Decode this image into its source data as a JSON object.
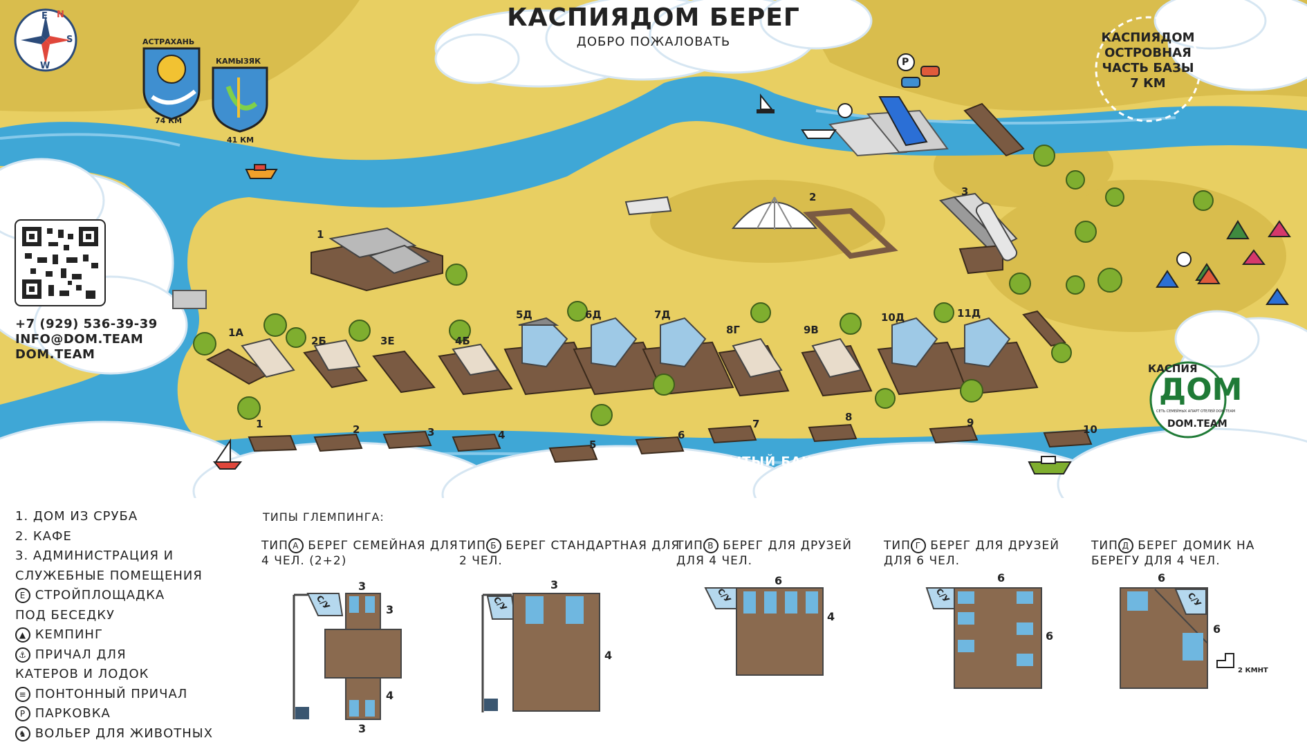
{
  "header": {
    "title": "КАСПИЯДОМ БЕРЕГ",
    "subtitle": "ДОБРО ПОЖАЛОВАТЬ"
  },
  "island_note": "КАСПИЯДОМ ОСТРОВНАЯ ЧАСТЬ БАЗЫ 7 КМ",
  "compass": {
    "n": "N",
    "e": "E",
    "s": "S",
    "w": "W"
  },
  "cities": [
    {
      "name": "АСТРАХАНЬ",
      "distance": "74 КМ"
    },
    {
      "name": "КАМЫЗЯК",
      "distance": "41 КМ"
    }
  ],
  "contacts": {
    "phone": "+7 (929) 536-39-39",
    "email": "INFO@DOM.TEAM",
    "site": "DOM.TEAM"
  },
  "river_name": "Р. РЫТЫЙ БАНК",
  "buildings": [
    "1",
    "2",
    "3"
  ],
  "houses": [
    "1А",
    "2Б",
    "3Е",
    "4Б",
    "5Д",
    "6Д",
    "7Д",
    "8Г",
    "9В",
    "10Д",
    "11Д"
  ],
  "piers": [
    "1",
    "2",
    "3",
    "4",
    "5",
    "6",
    "7",
    "8",
    "9",
    "10"
  ],
  "parking_mark": "P",
  "legend": [
    "1. ДОМ ИЗ СРУБА",
    "2. КАФЕ",
    "3. АДМИНИСТРАЦИЯ И",
    "СЛУЖЕБНЫЕ ПОМЕЩЕНИЯ",
    "СТРОЙПЛОЩАДКА",
    "ПОД БЕСЕДКУ",
    "КЕМПИНГ",
    "ПРИЧАЛ ДЛЯ",
    "КАТЕРОВ И ЛОДОК",
    "ПОНТОННЫЙ ПРИЧАЛ",
    "ПАРКОВКА",
    "ВОЛЬЕР ДЛЯ ЖИВОТНЫХ"
  ],
  "legend_marks": {
    "e": "Е",
    "p": "Р"
  },
  "glamping": {
    "heading": "ТИПЫ ГЛЕМПИНГА:",
    "types": [
      {
        "prefix": "ТИП",
        "letter": "А",
        "text": "БЕРЕГ СЕМЕЙНАЯ ДЛЯ 4 ЧЕЛ. (2+2)"
      },
      {
        "prefix": "ТИП",
        "letter": "Б",
        "text": "БЕРЕГ СТАНДАРТНАЯ ДЛЯ 2 ЧЕЛ."
      },
      {
        "prefix": "ТИП",
        "letter": "В",
        "text": "БЕРЕГ ДЛЯ ДРУЗЕЙ ДЛЯ 4 ЧЕЛ."
      },
      {
        "prefix": "ТИП",
        "letter": "Г",
        "text": "БЕРЕГ ДЛЯ ДРУЗЕЙ ДЛЯ 6 ЧЕЛ."
      },
      {
        "prefix": "ТИП",
        "letter": "Д",
        "text": "БЕРЕГ ДОМИК НА БЕРЕГУ ДЛЯ 4 ЧЕЛ."
      }
    ],
    "bath_label": "С/У",
    "dims": {
      "a": [
        "3",
        "3",
        "4",
        "3"
      ],
      "b": [
        "3",
        "4"
      ],
      "v": [
        "6",
        "4"
      ],
      "g": [
        "6",
        "6"
      ],
      "d": [
        "6",
        "6",
        "2 КМНТ"
      ]
    }
  },
  "brand": {
    "top": "КАСПИЯ",
    "logo": "ДОМ",
    "tagline": "СЕТЬ СЕМЕЙНЫХ АПАРТ ОТЕЛЕЙ DOM.TEAM",
    "site": "DOM.TEAM"
  },
  "colors": {
    "sand": "#e8cf62",
    "sand_dark": "#d2b247",
    "water": "#3fa7d6",
    "water_light": "#86c9ea",
    "wood": "#8a6a4f",
    "tree": "#7fae2f",
    "brand_green": "#1f7a36"
  }
}
